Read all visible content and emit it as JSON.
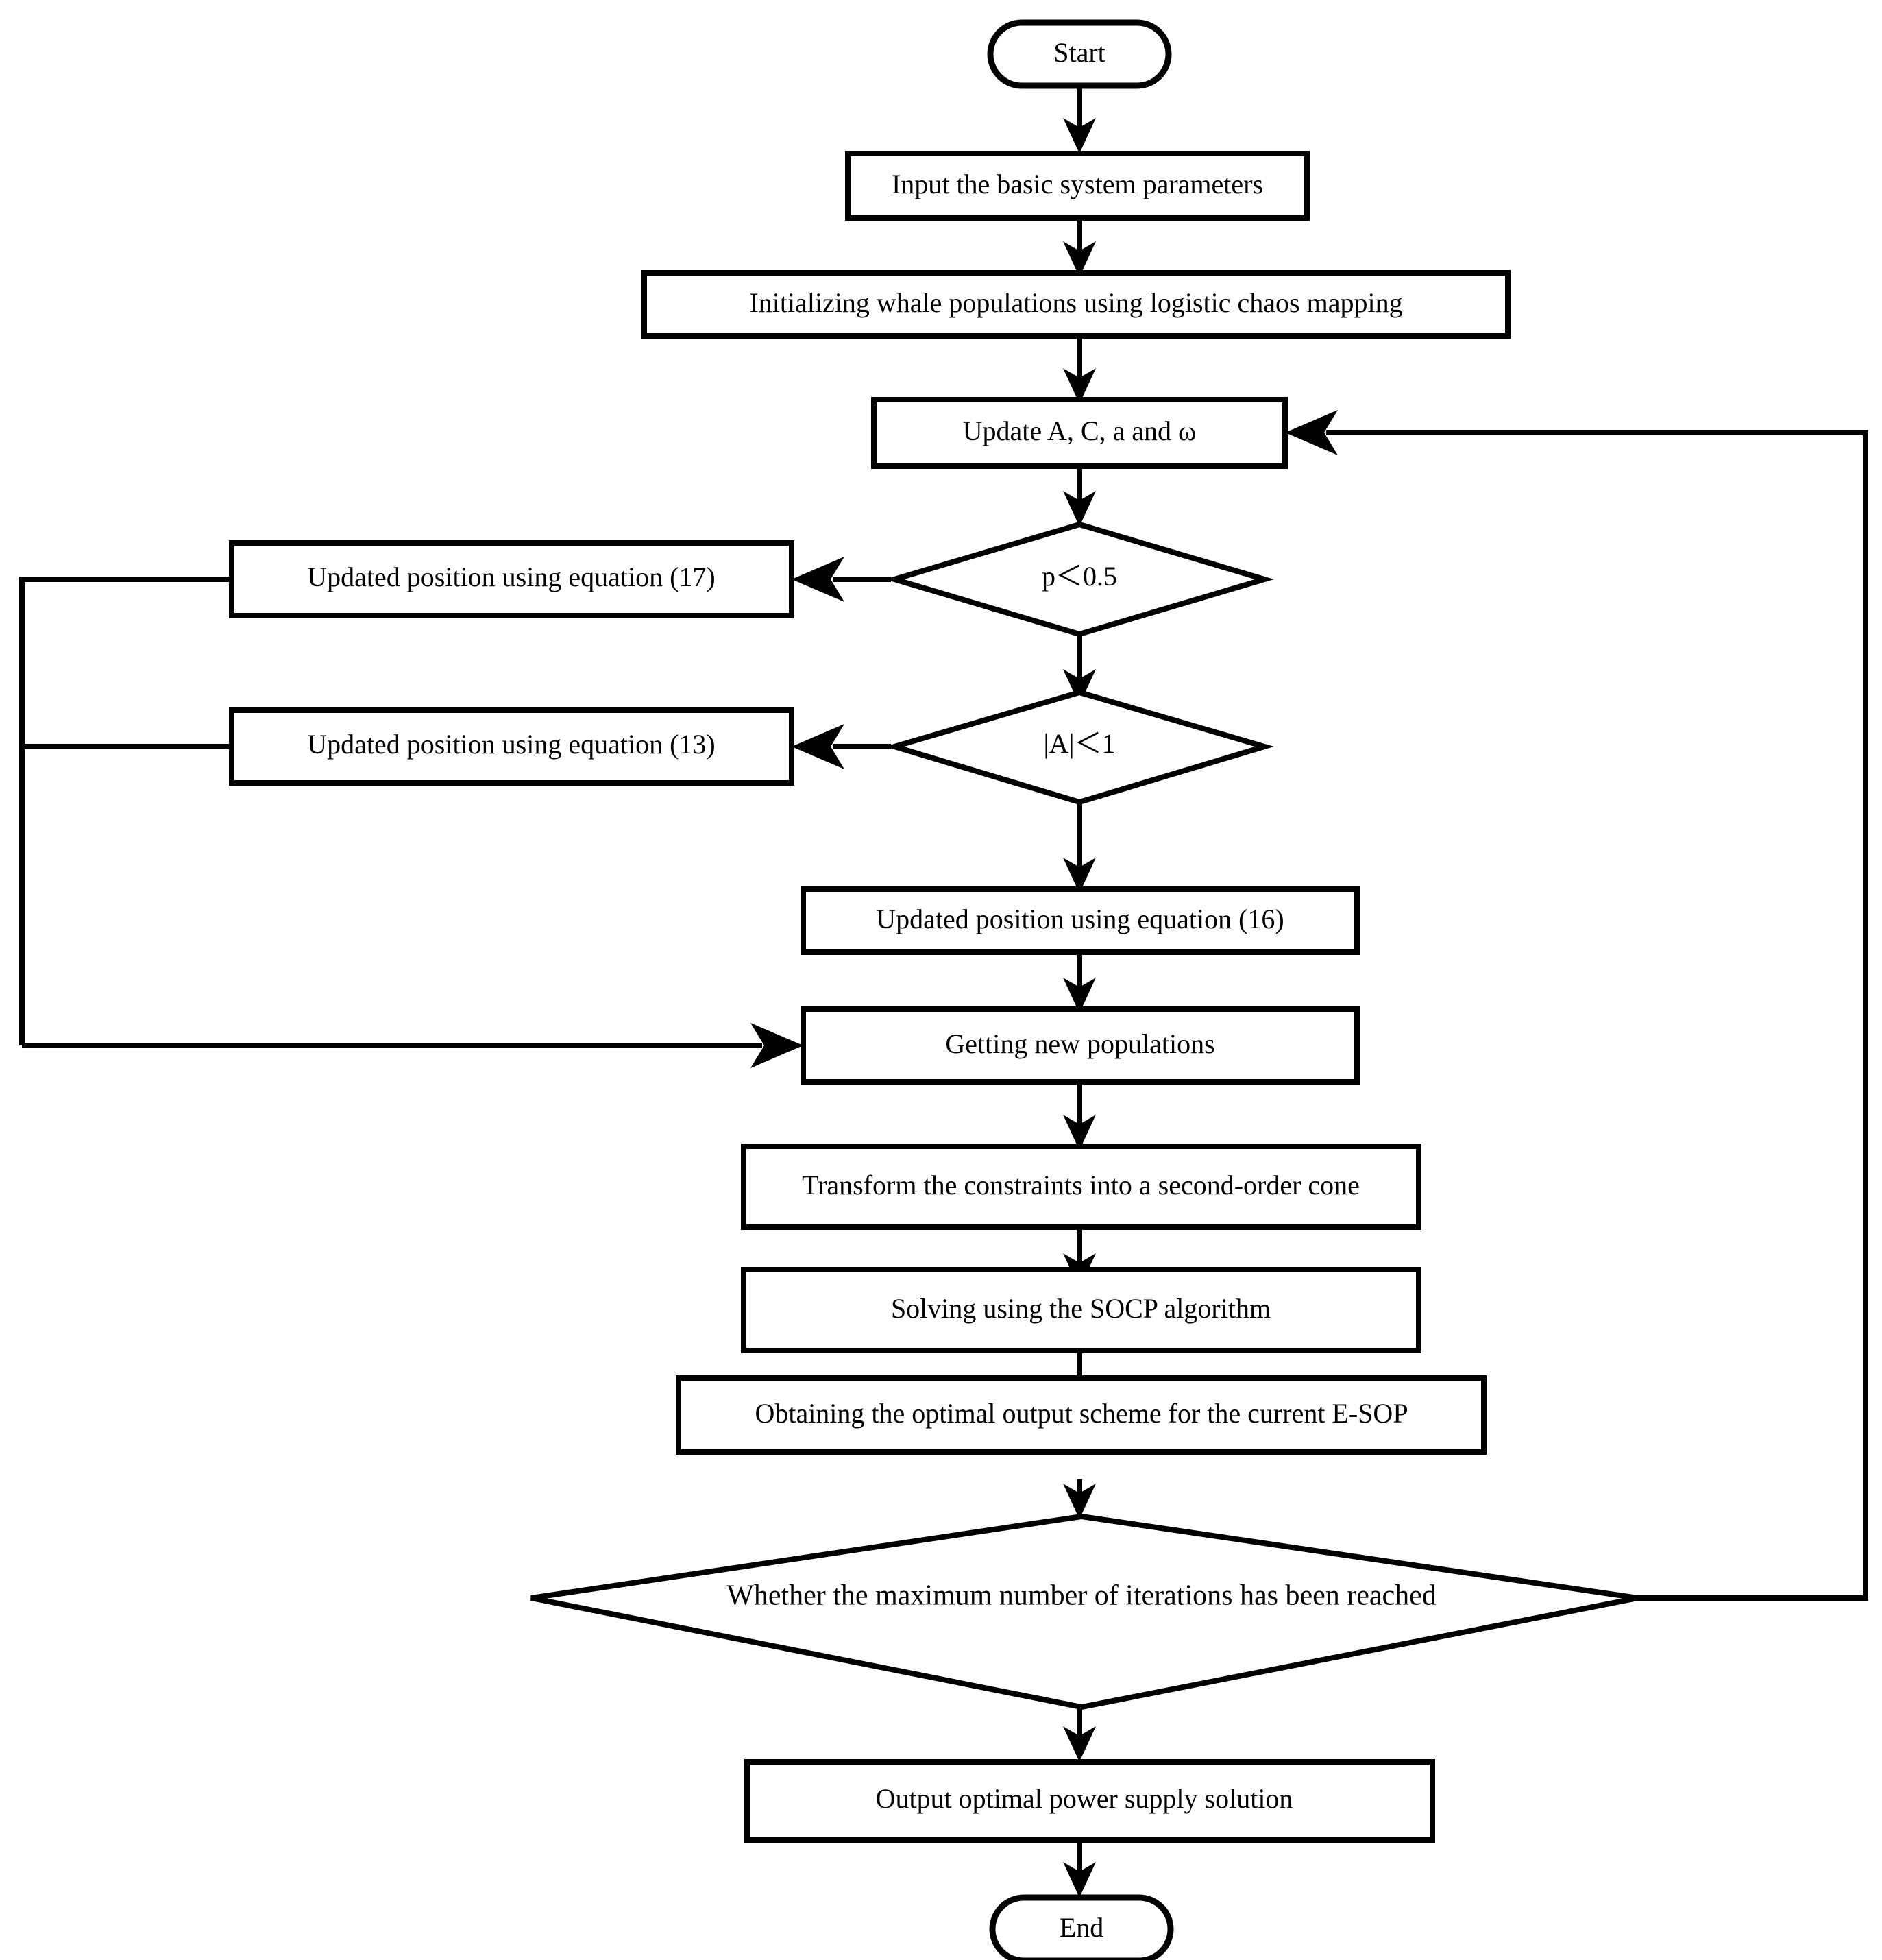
{
  "diagram": {
    "title": "Whale optimization algorithm with SOCP flowchart",
    "background_color": "#ffffff",
    "line_color": "#000000",
    "fill_color": "#ffffff"
  },
  "nodes": {
    "start": {
      "label": "Start",
      "type": "terminator"
    },
    "input_params": {
      "label": "Input the basic system parameters",
      "type": "process"
    },
    "init_whale": {
      "label": "Initializing whale populations using logistic chaos mapping",
      "type": "process"
    },
    "update_acaw": {
      "label": "Update A, C, a and ω",
      "type": "process"
    },
    "decision_p": {
      "label": "p＜0.5",
      "type": "decision"
    },
    "eq17": {
      "label": "Updated position using equation (17)",
      "type": "process"
    },
    "decision_a": {
      "label": "|A|＜1",
      "type": "decision"
    },
    "eq13": {
      "label": "Updated position using equation (13)",
      "type": "process"
    },
    "eq16": {
      "label": "Updated position using equation (16)",
      "type": "process"
    },
    "new_populations": {
      "label": "Getting new populations",
      "type": "process"
    },
    "transform_cone": {
      "label": "Transform the constraints into a second-order cone",
      "type": "process"
    },
    "solve_socp": {
      "label": "Solving using the SOCP algorithm",
      "type": "process"
    },
    "obtain_scheme": {
      "label": "Obtaining the optimal output scheme for the current E-SOP",
      "type": "process"
    },
    "decision_max_iter": {
      "label": "Whether the maximum number of iterations has been reached",
      "type": "decision"
    },
    "output_solution": {
      "label": "Output optimal power supply solution",
      "type": "process"
    },
    "end": {
      "label": "End",
      "type": "terminator"
    }
  },
  "edges": [
    {
      "from": "start",
      "to": "input_params",
      "direction": "down"
    },
    {
      "from": "input_params",
      "to": "init_whale",
      "direction": "down"
    },
    {
      "from": "init_whale",
      "to": "update_acaw",
      "direction": "down"
    },
    {
      "from": "update_acaw",
      "to": "decision_p",
      "direction": "down"
    },
    {
      "from": "decision_p",
      "to": "eq17",
      "direction": "left"
    },
    {
      "from": "decision_p",
      "to": "decision_a",
      "direction": "down"
    },
    {
      "from": "decision_a",
      "to": "eq13",
      "direction": "left"
    },
    {
      "from": "decision_a",
      "to": "eq16",
      "direction": "down"
    },
    {
      "from": "eq16",
      "to": "new_populations",
      "direction": "down"
    },
    {
      "from": "eq17",
      "to": "new_populations",
      "direction": "left-down-right"
    },
    {
      "from": "eq13",
      "to": "new_populations",
      "direction": "left-down-right"
    },
    {
      "from": "new_populations",
      "to": "transform_cone",
      "direction": "down"
    },
    {
      "from": "transform_cone",
      "to": "solve_socp",
      "direction": "down"
    },
    {
      "from": "solve_socp",
      "to": "obtain_scheme",
      "direction": "down"
    },
    {
      "from": "obtain_scheme",
      "to": "decision_max_iter",
      "direction": "down"
    },
    {
      "from": "decision_max_iter",
      "to": "update_acaw",
      "direction": "right-up-left"
    },
    {
      "from": "decision_max_iter",
      "to": "output_solution",
      "direction": "down"
    },
    {
      "from": "output_solution",
      "to": "end",
      "direction": "down"
    }
  ]
}
